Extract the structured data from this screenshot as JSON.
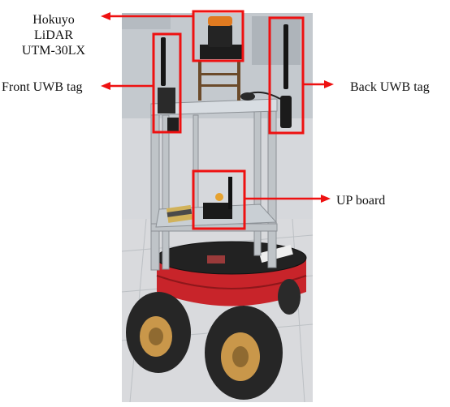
{
  "figure": {
    "annotations": [
      {
        "id": "hokuyo",
        "lines": [
          "Hokuyo",
          "LiDAR",
          "UTM-30LX"
        ]
      },
      {
        "id": "front",
        "text": "Front UWB tag"
      },
      {
        "id": "back",
        "text": "Back UWB tag"
      },
      {
        "id": "up",
        "text": "UP board"
      }
    ],
    "colors": {
      "callout": "#ee1111",
      "robot_base": "#c8242a",
      "wheel_hub": "#c9974a",
      "frame": "#bfc4c8"
    }
  }
}
